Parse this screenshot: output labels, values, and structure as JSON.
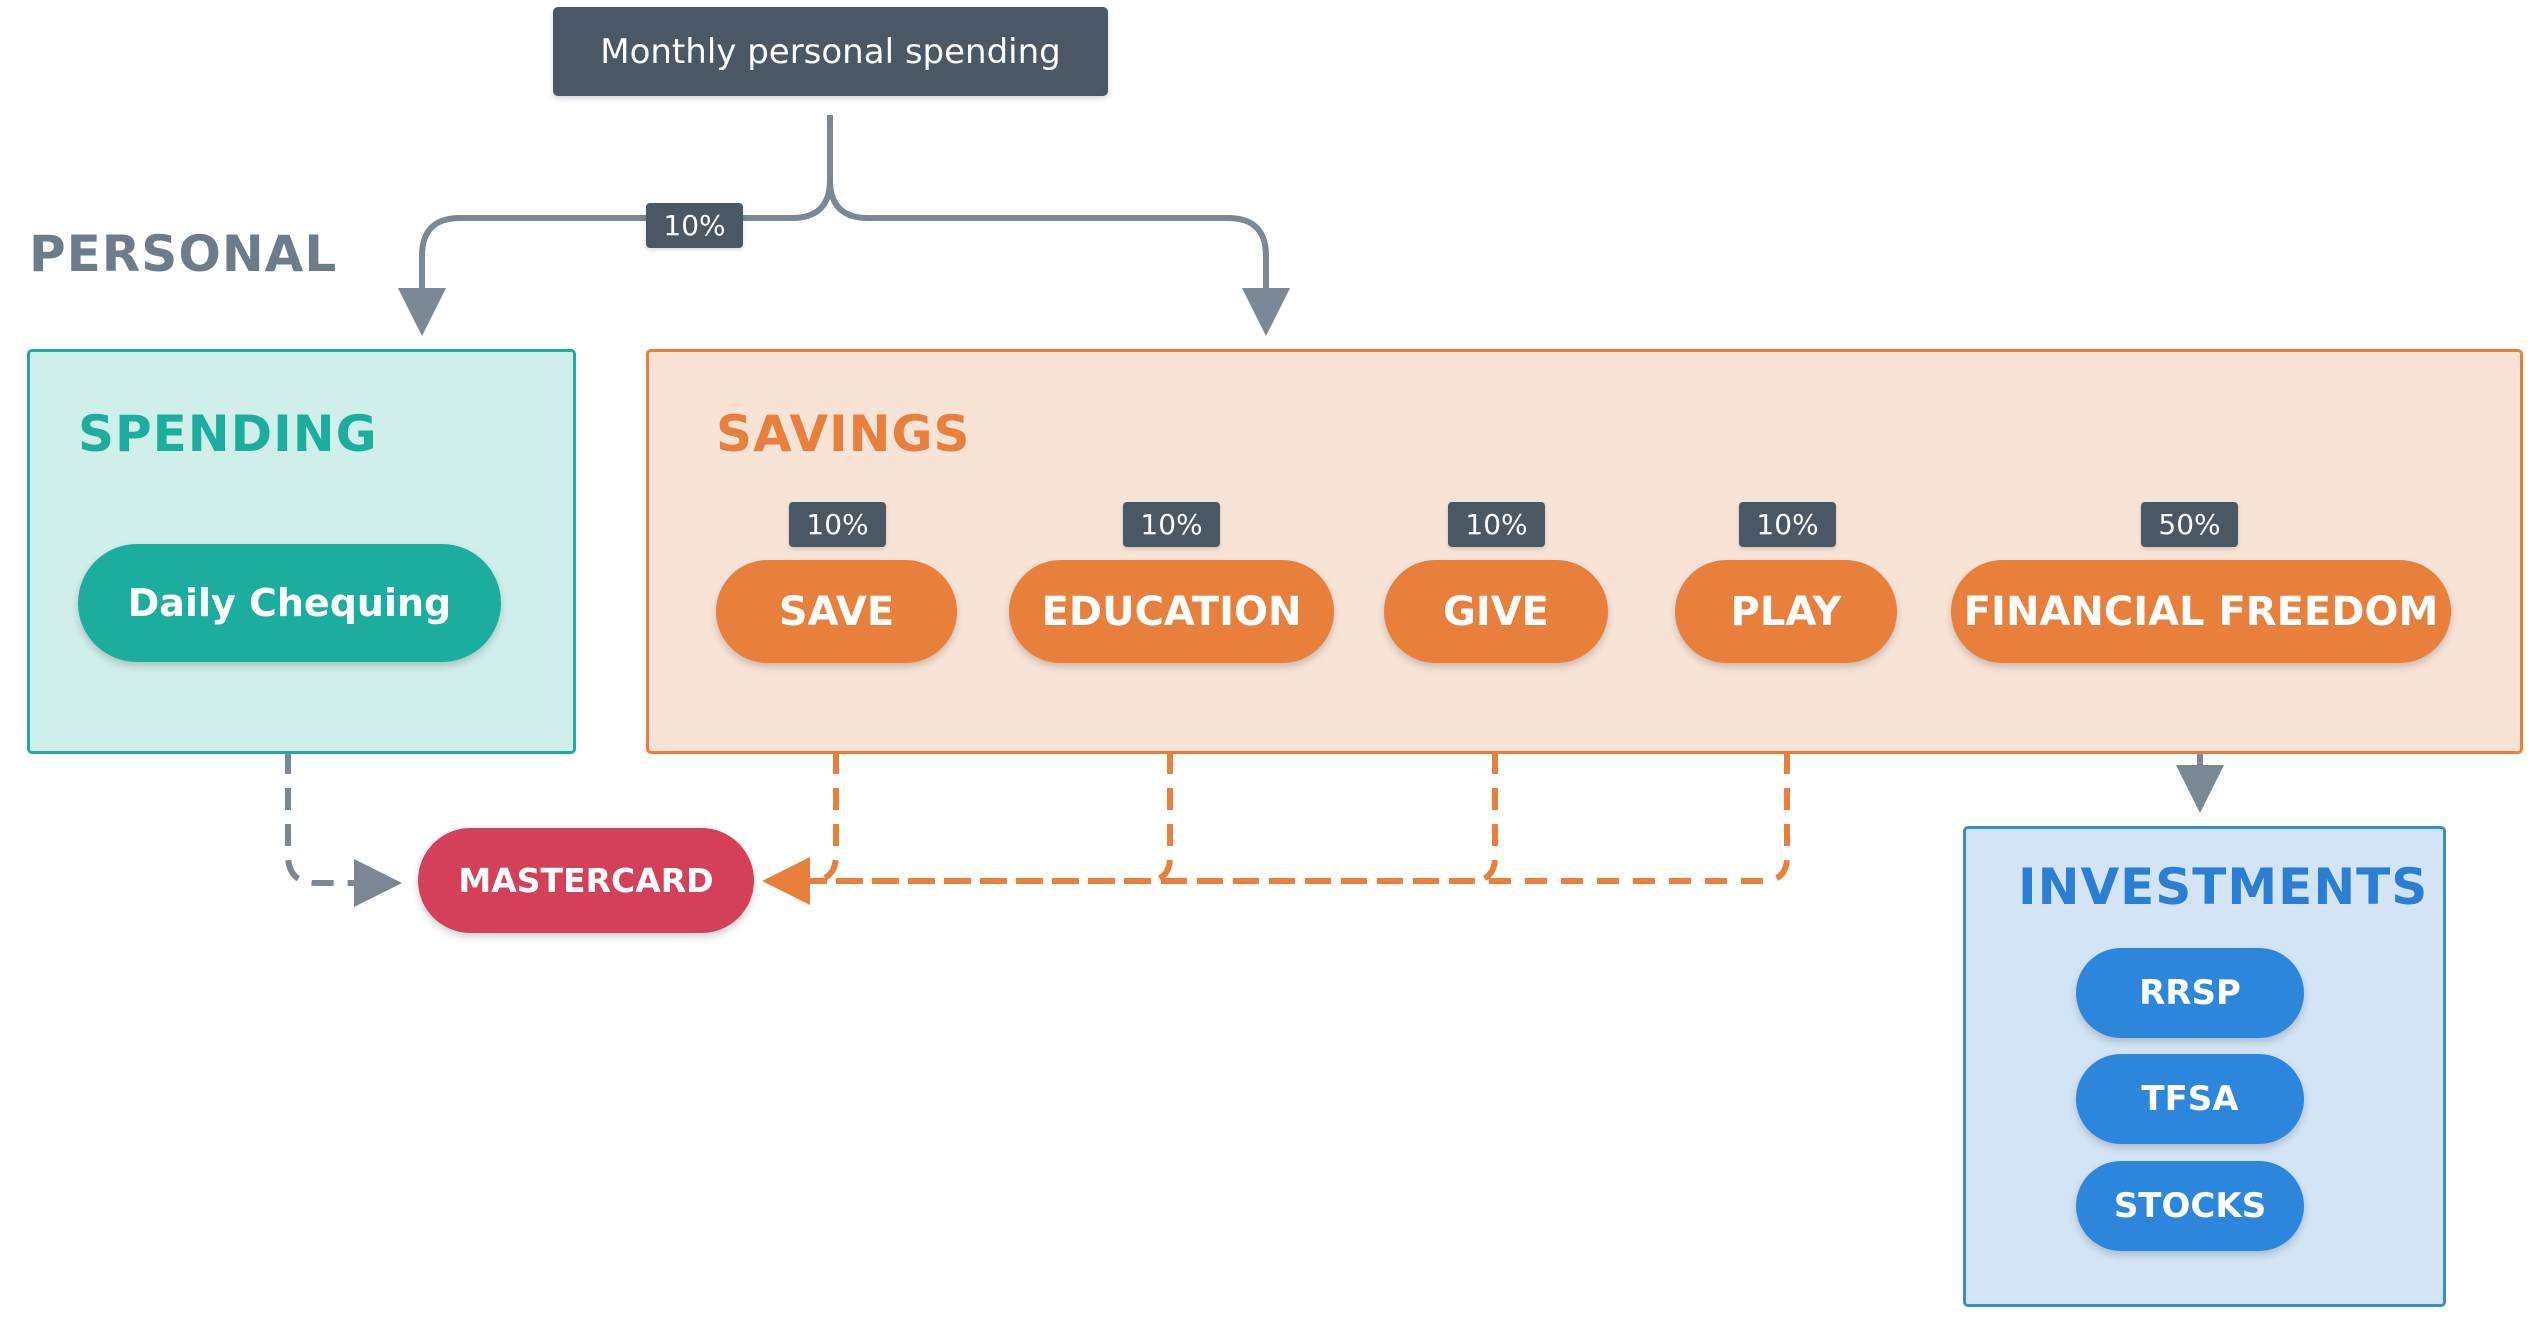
{
  "title": "Monthly personal spending",
  "section_label": "PERSONAL",
  "split_label": "10%",
  "spending": {
    "title": "SPENDING",
    "account": "Daily Chequing"
  },
  "savings": {
    "title": "SAVINGS",
    "accounts": [
      {
        "label": "SAVE",
        "percent": "10%"
      },
      {
        "label": "EDUCATION",
        "percent": "10%"
      },
      {
        "label": "GIVE",
        "percent": "10%"
      },
      {
        "label": "PLAY",
        "percent": "10%"
      },
      {
        "label": "FINANCIAL FREEDOM",
        "percent": "50%"
      }
    ]
  },
  "credit_card": "MASTERCARD",
  "investments": {
    "title": "INVESTMENTS",
    "accounts": [
      "RRSP",
      "TFSA",
      "STOCKS"
    ]
  },
  "colors": {
    "dark_slate": "#4a5866",
    "label_gray": "#6d7c8b",
    "teal": "#1bae9e",
    "teal_bg": "#d0eeea",
    "orange": "#e87f3a",
    "orange_bg": "#f8e3d7",
    "red": "#d4405a",
    "blue": "#2c86dc",
    "blue_title": "#2a7fd4",
    "blue_bg": "#d2e4f5",
    "connector_gray": "#7a8794"
  }
}
